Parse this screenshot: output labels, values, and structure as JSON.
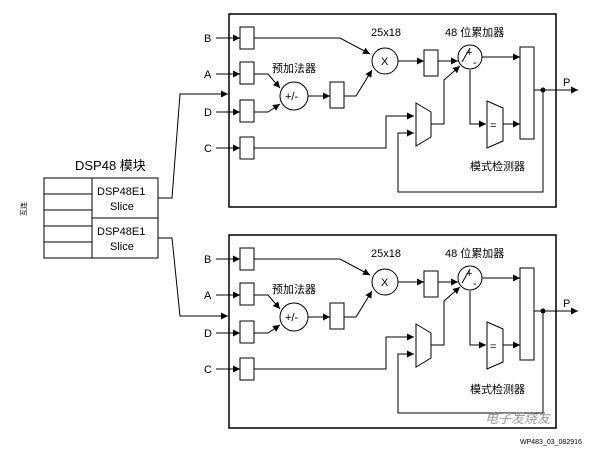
{
  "title": "DSP48 模块",
  "interconnect_label": "互连",
  "slices": [
    "DSP48E1\nSlice",
    "DSP48E1\nSlice"
  ],
  "slice_top": {
    "line1": "DSP48E1",
    "line2": "Slice"
  },
  "slice_bottom": {
    "line1": "DSP48E1",
    "line2": "Slice"
  },
  "inputs": [
    "B",
    "A",
    "D",
    "C"
  ],
  "preadder_label": "预加法器",
  "multiplier_label": "25x18",
  "multiplier_symbol": "X",
  "preadder_symbol": "+/-",
  "accumulator_label": "48 位累加器",
  "accumulator_plus": "+",
  "accumulator_minus": "-",
  "pattern_detector_label": "模式检测器",
  "pattern_symbol": "=",
  "output_label": "P",
  "figure_id": "WP483_03_082916",
  "watermark": "电子发烧友"
}
